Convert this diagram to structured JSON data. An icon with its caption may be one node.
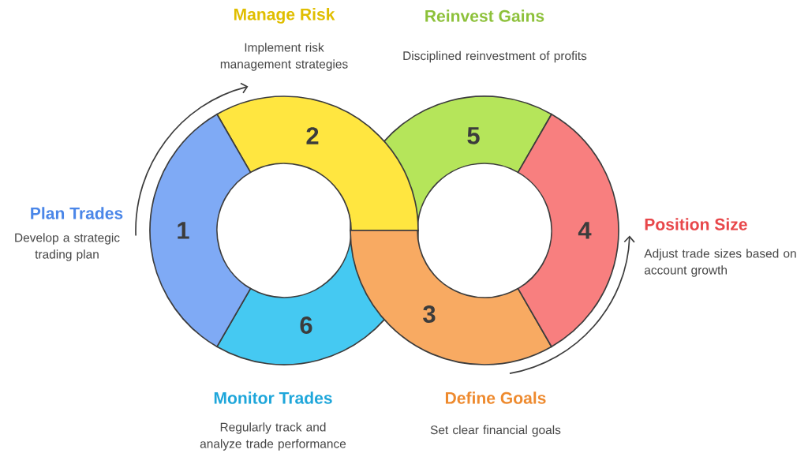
{
  "diagram": {
    "nodes": [
      {
        "text": [
          "1"
        ],
        "beside": [
          "Plan Trades",
          "Develop a strategic trading plan"
        ]
      },
      {
        "text": [
          "2"
        ],
        "beside": [
          "Manage Risk",
          "Implement risk management strategies"
        ]
      },
      {
        "text": [
          "3"
        ],
        "beside": [
          "Define Goals",
          "Set clear financial goals"
        ]
      },
      {
        "text": [
          "4"
        ],
        "beside": [
          "Position Size",
          "Adjust trade sizes based on account growth"
        ]
      },
      {
        "text": [
          "5"
        ],
        "beside": [
          "Reinvest Gains",
          "Disciplined reinvestment of profits"
        ]
      },
      {
        "text": [
          "6"
        ],
        "beside": [
          "Monitor Trades",
          "Regularly track and analyze trade performance"
        ]
      }
    ]
  }
}
